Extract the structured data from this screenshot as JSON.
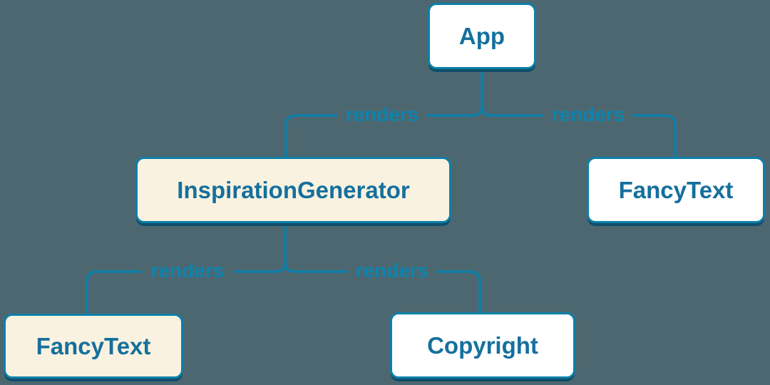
{
  "diagram": {
    "title": "react-render-tree",
    "colors": {
      "background": "#4D6771",
      "accent": "#0C80A9",
      "node_text": "#15709D",
      "node_fill_default": "#FFFFFF",
      "node_fill_highlight": "#FAF2E0",
      "shadow": "#104E6B"
    },
    "nodes": [
      {
        "id": "app",
        "label": "App",
        "variant": "default"
      },
      {
        "id": "inspiration-generator",
        "label": "InspirationGenerator",
        "variant": "highlight"
      },
      {
        "id": "fancy-text-right",
        "label": "FancyText",
        "variant": "default"
      },
      {
        "id": "fancy-text-left",
        "label": "FancyText",
        "variant": "highlight"
      },
      {
        "id": "copyright",
        "label": "Copyright",
        "variant": "default"
      }
    ],
    "edges": [
      {
        "from": "App",
        "to": "InspirationGenerator",
        "label": "renders"
      },
      {
        "from": "App",
        "to": "FancyText",
        "label": "renders"
      },
      {
        "from": "InspirationGenerator",
        "to": "FancyText",
        "label": "renders"
      },
      {
        "from": "InspirationGenerator",
        "to": "Copyright",
        "label": "renders"
      }
    ]
  }
}
